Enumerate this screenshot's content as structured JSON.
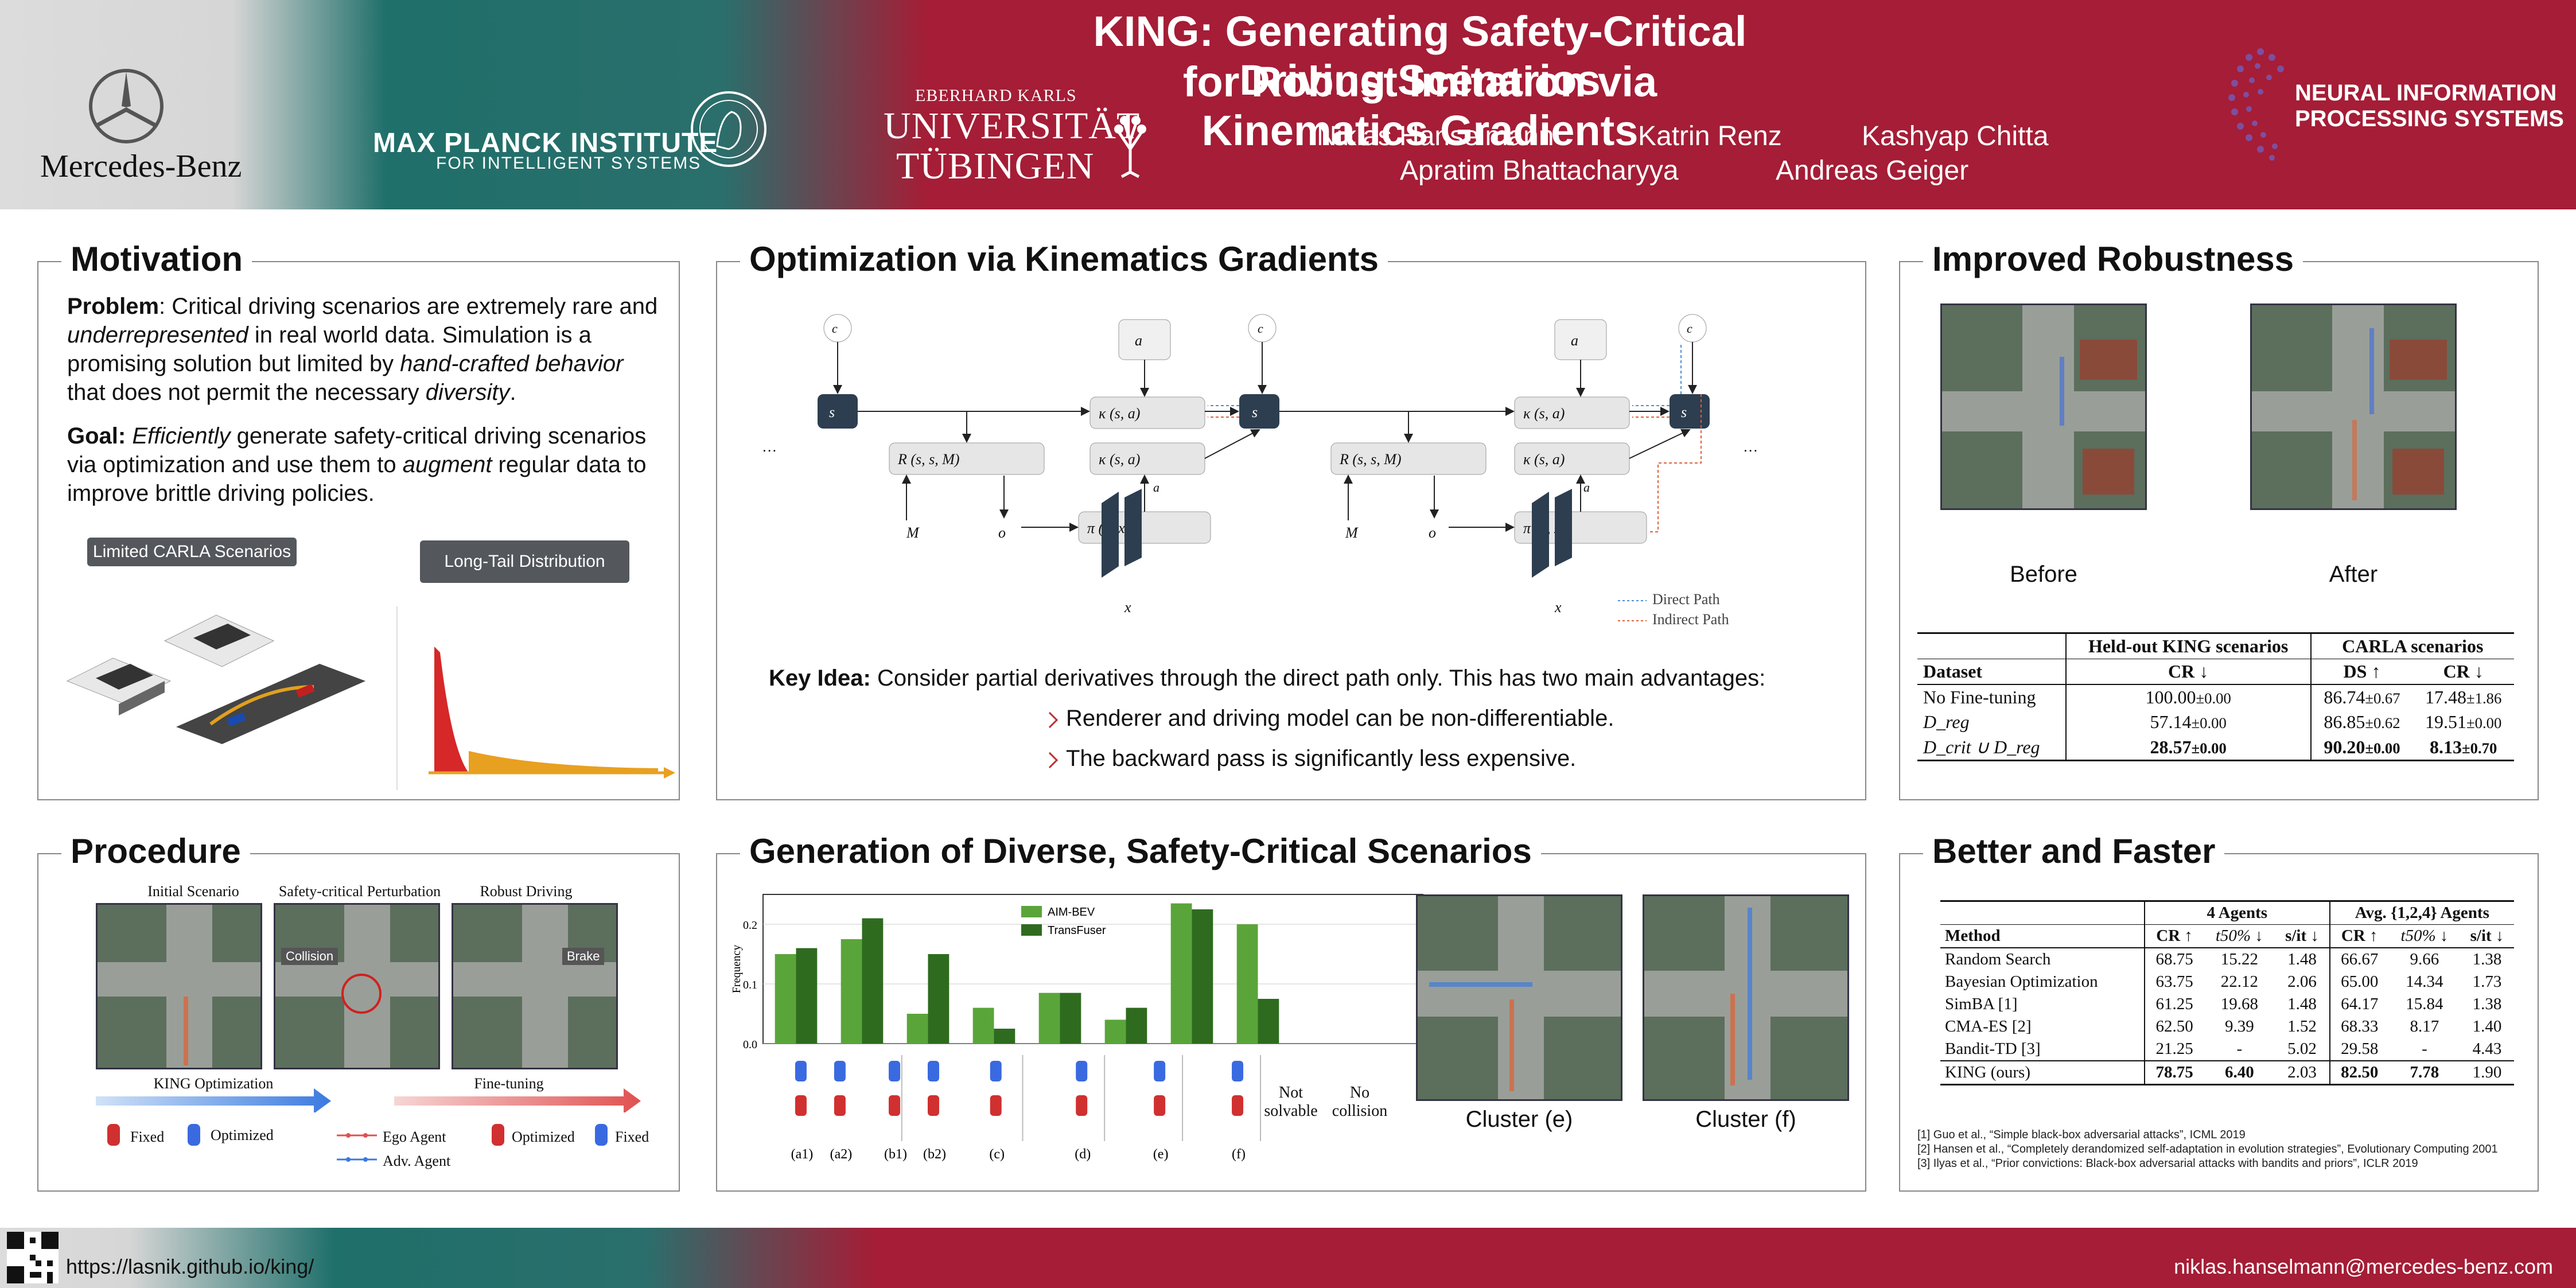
{
  "header": {
    "mb_name": "Mercedes-Benz",
    "mpi_line1": "MAX PLANCK INSTITUTE",
    "mpi_line2": "FOR INTELLIGENT SYSTEMS",
    "ut_line1": "EBERHARD KARLS",
    "ut_line2": "UNIVERSITÄT",
    "ut_line3": "TÜBINGEN",
    "title_line1": "KING: Generating Safety-Critical Driving Scenarios",
    "title_line2": "for Robust Imitation via Kinematics Gradients",
    "authors": [
      "Niklas Hanselmann",
      "Katrin Renz",
      "Kashyap Chitta",
      "Apratim Bhattacharyya",
      "Andreas Geiger"
    ],
    "neurips_line1": "NEURAL INFORMATION",
    "neurips_line2": "PROCESSING SYSTEMS"
  },
  "motivation": {
    "title": "Motivation",
    "p1_label": "Problem",
    "p1_a": ": Critical driving scenarios are extremely rare and ",
    "p1_em1": "underrepresented",
    "p1_b": " in real world data. Simulation is a promising solution but limited by ",
    "p1_em2": "hand-crafted behavior",
    "p1_c": " that does not permit the necessary ",
    "p1_em3": "diversity",
    "p1_d": ".",
    "p2_label": "Goal:",
    "p2_em1": "Efficiently",
    "p2_a": " generate safety-critical driving scenarios via optimization and use them to ",
    "p2_em2": "augment",
    "p2_b": " regular data to improve brittle driving policies.",
    "tag1": "Limited CARLA Scenarios",
    "tag2": "Long-Tail Distribution"
  },
  "optimization": {
    "title": "Optimization via Kinematics Gradients",
    "legend_direct": "Direct Path",
    "legend_indirect": "Indirect Path",
    "key_idea_label": "Key Idea:",
    "key_idea_text": " Consider partial derivatives through the direct path only. This has two main advantages:",
    "bullets": [
      "Renderer and driving model can be non-differentiable.",
      "The backward pass is significantly less expensive."
    ]
  },
  "robustness": {
    "title": "Improved Robustness",
    "before_label": "Before",
    "after_label": "After",
    "table": {
      "group1": "Held-out KING scenarios",
      "group2": "CARLA scenarios",
      "col_dataset": "Dataset",
      "col_cr1": "CR ↓",
      "col_ds": "DS ↑",
      "col_cr2": "CR ↓",
      "rows": [
        {
          "name": "No Fine-tuning",
          "cr1": "100.00",
          "cr1_s": "±0.00",
          "ds": "86.74",
          "ds_s": "±0.67",
          "cr2": "17.48",
          "cr2_s": "±1.86"
        },
        {
          "name": "D_reg",
          "cr1": "57.14",
          "cr1_s": "±0.00",
          "ds": "86.85",
          "ds_s": "±0.62",
          "cr2": "19.51",
          "cr2_s": "±0.00"
        },
        {
          "name": "D_crit ∪ D_reg",
          "cr1": "28.57",
          "cr1_s": "±0.00",
          "ds": "90.20",
          "ds_s": "±0.00",
          "cr2": "8.13",
          "cr2_s": "±0.70"
        }
      ]
    }
  },
  "procedure": {
    "title": "Procedure",
    "labels": [
      "Initial Scenario",
      "Safety-critical Perturbation",
      "Robust Driving"
    ],
    "collision": "Collision",
    "brake": "Brake",
    "king_opt": "KING Optimization",
    "finetune": "Fine-tuning",
    "legend_fixed": "Fixed",
    "legend_optimized": "Optimized",
    "legend_ego": "Ego Agent",
    "legend_adv": "Adv. Agent"
  },
  "generation": {
    "title": "Generation of Diverse, Safety-Critical Scenarios",
    "cluster_e": "Cluster (e)",
    "cluster_f": "Cluster (f)",
    "not_solvable": "Not solvable",
    "no_collision": "No collision"
  },
  "chart_data": {
    "type": "bar",
    "ylabel": "Frequency",
    "ylim": [
      0,
      0.25
    ],
    "yticks": [
      "0.0",
      "0.1",
      "0.2"
    ],
    "categories": [
      "(a1)",
      "(a2)",
      "(b1)",
      "(b2)",
      "(c)",
      "(d)",
      "(e)",
      "(f)",
      "Not solvable",
      "No collision"
    ],
    "series": [
      {
        "name": "AIM-BEV",
        "color": "#5aa53a",
        "values": [
          0.15,
          0.175,
          0.05,
          0.06,
          0.085,
          0.04,
          0.235,
          0.2,
          0,
          0
        ]
      },
      {
        "name": "TransFuser",
        "color": "#2e6b1f",
        "values": [
          0.16,
          0.21,
          0.15,
          0.025,
          0.085,
          0.06,
          0.225,
          0.075,
          0,
          0
        ]
      }
    ],
    "group_labels": [
      "(a1)",
      "(a2)",
      "(b1)",
      "(b2)",
      "(c)",
      "(d)",
      "(e)",
      "(f)"
    ]
  },
  "better": {
    "title": "Better and Faster",
    "group1": "4 Agents",
    "group2": "Avg. {1,2,4} Agents",
    "col_method": "Method",
    "col_cr": "CR ↑",
    "col_t": "t50% ↓",
    "col_sit": "s/it ↓",
    "rows": [
      [
        "Random Search",
        "68.75",
        "15.22",
        "1.48",
        "66.67",
        "9.66",
        "1.38"
      ],
      [
        "Bayesian Optimization",
        "63.75",
        "22.12",
        "2.06",
        "65.00",
        "14.34",
        "1.73"
      ],
      [
        "SimBA [1]",
        "61.25",
        "19.68",
        "1.48",
        "64.17",
        "15.84",
        "1.38"
      ],
      [
        "CMA-ES [2]",
        "62.50",
        "9.39",
        "1.52",
        "68.33",
        "8.17",
        "1.40"
      ],
      [
        "Bandit-TD [3]",
        "21.25",
        "-",
        "5.02",
        "29.58",
        "-",
        "4.43"
      ]
    ],
    "king_row": [
      "KING (ours)",
      "78.75",
      "6.40",
      "2.03",
      "82.50",
      "7.78",
      "1.90"
    ],
    "refs": [
      "[1] Guo et al., “Simple black-box adversarial attacks”, ICML 2019",
      "[2] Hansen et al., “Completely derandomized self-adaptation in evolution strategies”, Evolutionary Computing 2001",
      "[3] Ilyas et al., “Prior convictions: Black-box adversarial attacks with bandits and priors”, ICLR 2019"
    ]
  },
  "footer": {
    "url": "https://lasnik.github.io/king/",
    "email": "niklas.hanselmann@mercedes-benz.com"
  }
}
